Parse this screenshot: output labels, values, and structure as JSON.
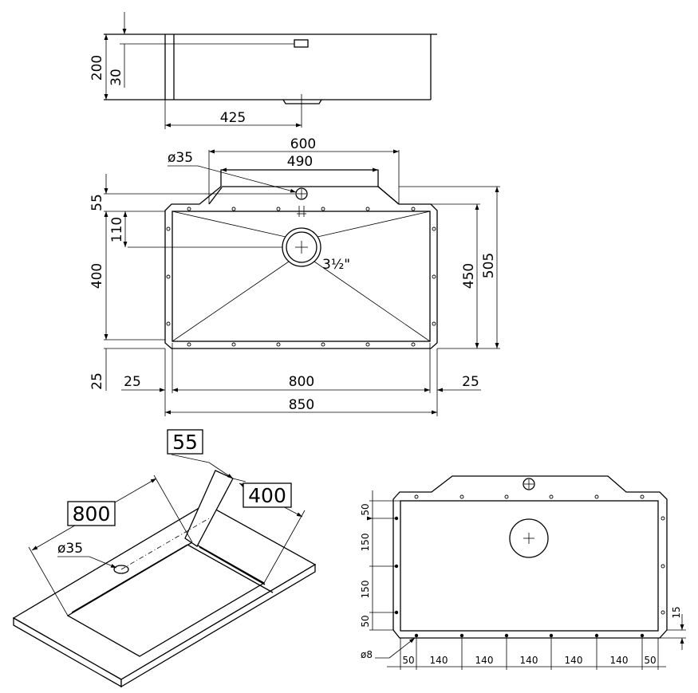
{
  "top_view": {
    "dim_height": "200",
    "dim_rim": "30",
    "dim_drain_offset": "425"
  },
  "plan_view": {
    "dim_back_width": "600",
    "dim_back_inner": "490",
    "dim_tap_hole": "ø35",
    "dim_back_depth": "55",
    "dim_drain_from_edge": "110",
    "dim_bowl_depth": "400",
    "dim_flange": "25",
    "dim_left_flange": "25",
    "dim_bowl_width": "800",
    "dim_right_flange": "25",
    "dim_overall_width": "850",
    "dim_overall_depth_inner": "450",
    "dim_overall_depth": "505",
    "drain_label": "3½\""
  },
  "iso_view": {
    "label_55": "55",
    "label_800": "800",
    "label_400": "400",
    "label_tap": "ø35"
  },
  "bottom_view": {
    "left_dims": [
      "50",
      "150",
      "150",
      "50"
    ],
    "right_dim": "15",
    "hole_label": "ø8",
    "bottom_dims": [
      "50",
      "140",
      "140",
      "140",
      "140",
      "140",
      "50"
    ]
  }
}
